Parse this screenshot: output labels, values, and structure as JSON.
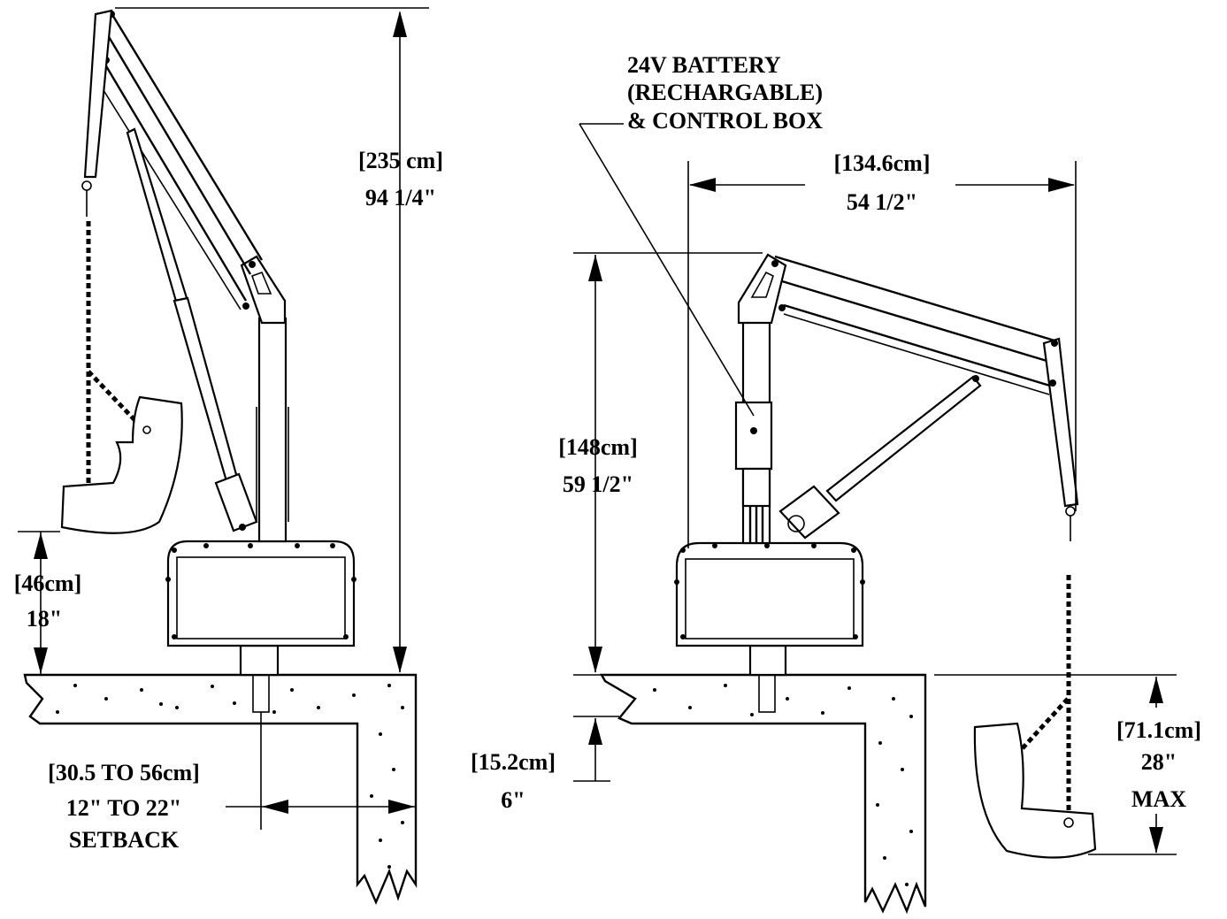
{
  "left_view": {
    "height_metric": "[235 cm]",
    "height_imperial": "94 1/4\"",
    "seat_clearance_metric": "[46cm]",
    "seat_clearance_imperial": "18\"",
    "setback_metric": "[30.5 TO 56cm]",
    "setback_imperial": "12\" TO 22\"",
    "setback_label": "SETBACK"
  },
  "right_view": {
    "battery_line1": "24V BATTERY",
    "battery_line2": "(RECHARGABLE)",
    "battery_line3": "& CONTROL BOX",
    "reach_metric": "[134.6cm]",
    "reach_imperial": "54 1/2\"",
    "mast_height_metric": "[148cm]",
    "mast_height_imperial": "59 1/2\"",
    "deck_metric": "[15.2cm]",
    "deck_imperial": "6\"",
    "depth_metric": "[71.1cm]",
    "depth_imperial": "28\"",
    "depth_max": "MAX"
  }
}
